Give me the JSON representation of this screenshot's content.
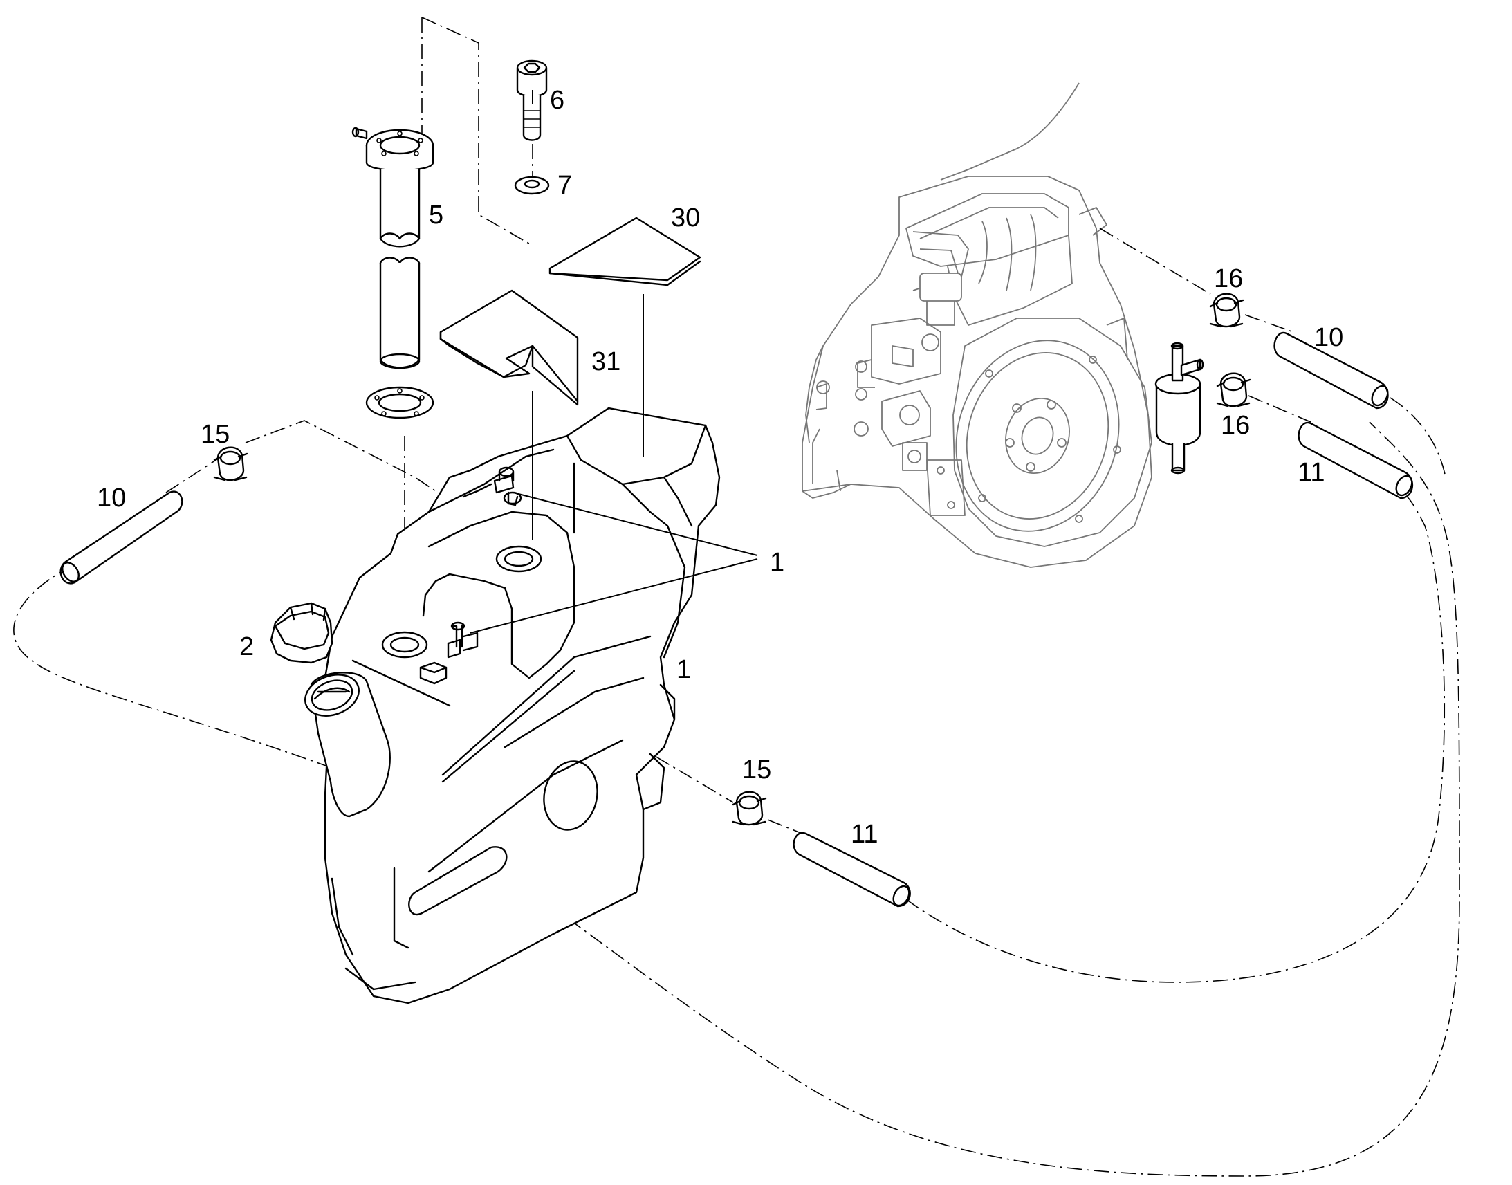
{
  "callouts": {
    "tank": "1",
    "tank_fittings": "1",
    "cap": "2",
    "sender": "5",
    "screw": "6",
    "washer": "7",
    "hose_10_left": "10",
    "hose_10_right": "10",
    "hose_11_bottom": "11",
    "hose_11_right": "11",
    "clamp_15_left": "15",
    "clamp_15_bottom": "15",
    "clamp_16_top": "16",
    "clamp_16_bottom": "16",
    "plate_30": "30",
    "bracket_31": "31"
  },
  "colors": {
    "line": "#000000",
    "engine_line": "#777777",
    "background": "#ffffff"
  }
}
